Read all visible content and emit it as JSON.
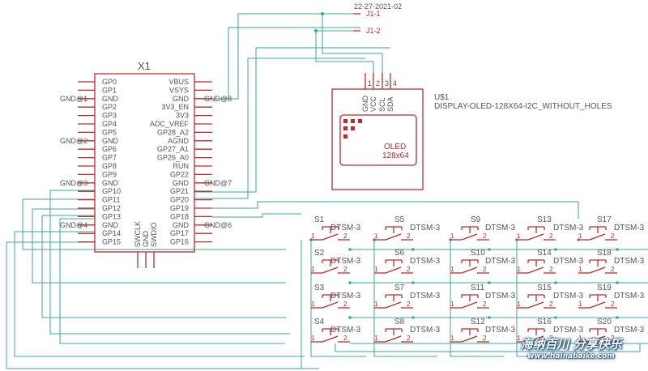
{
  "connector": {
    "date": "22-27-2021-02",
    "j1_1": "J1-1",
    "j1_2": "J1-2"
  },
  "pico": {
    "name": "X1",
    "left_pins": [
      "GP0",
      "GP1",
      "GND",
      "GP2",
      "GP3",
      "GP4",
      "GP5",
      "GND",
      "GP6",
      "GP7",
      "GP8",
      "GP9",
      "GND",
      "GP10",
      "GP11",
      "GP12",
      "GP13",
      "GND",
      "GP14",
      "GP15"
    ],
    "right_pins": [
      "VBUS",
      "VSYS",
      "GND",
      "3V3_EN",
      "3V3",
      "ADC_VREF",
      "GP28_A2",
      "AGND",
      "GP27_A1",
      "GP26_A0",
      "RUN",
      "GP22",
      "GND",
      "GP21",
      "GP20",
      "GP19",
      "GP18",
      "GND",
      "GP17",
      "GP16"
    ],
    "bottom_pins": [
      "SWCLK",
      "GND",
      "SWDIO"
    ],
    "gnd_labels_left": [
      "GND@1",
      "GND@2",
      "GND@3",
      "GND@4"
    ],
    "gnd_labels_right": [
      "GND@8",
      "GND@7",
      "GND@6"
    ]
  },
  "oled": {
    "ref": "U$1",
    "part": "DISPLAY-OLED-128X64-I2C_WITHOUT_HOLES",
    "pins": [
      "GND",
      "VCC",
      "SCL",
      "SDA"
    ],
    "pin_numbers": [
      "1",
      "2",
      "3",
      "4"
    ],
    "label_line1": "OLED",
    "label_line2": "128x64"
  },
  "switches": {
    "type": "DTSM-3",
    "columns": [
      [
        "S1",
        "S2",
        "S3",
        "S4"
      ],
      [
        "S5",
        "S6",
        "S7",
        "S8"
      ],
      [
        "S9",
        "S10",
        "S11",
        "S12"
      ],
      [
        "S13",
        "S14",
        "S15",
        "S16"
      ],
      [
        "S17",
        "S18",
        "S19",
        "S20"
      ]
    ],
    "pin1": "1",
    "pin2": "2"
  },
  "watermark": {
    "main": "海纳百川 分享快乐",
    "url": "www.hainabaike.com"
  },
  "colors": {
    "wire": "#3aa79a",
    "part": "#c0282d",
    "text": "#555555"
  }
}
